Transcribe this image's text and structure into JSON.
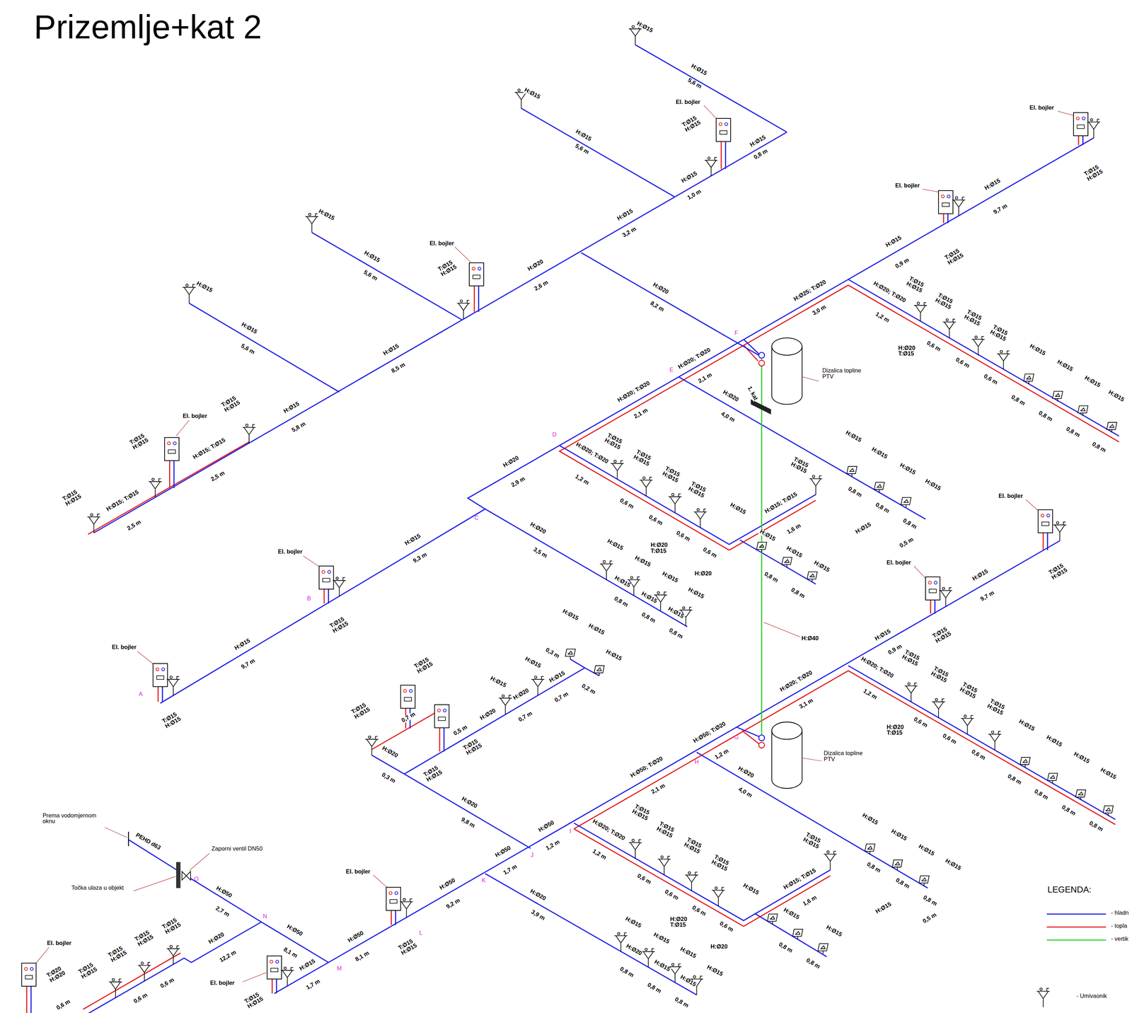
{
  "diagram": {
    "title": "Prizemlje+kat 2",
    "labels": [
      "H:Ø15",
      "H:Ø15",
      "5,6 m",
      "H:Ø15",
      "0,8 m",
      "H:Ø15",
      "H:Ø15",
      "5,6 m",
      "El. bojler",
      "T:Ø15 H:Ø15",
      "H:Ø15",
      "1,0 m",
      "H:Ø15",
      "3,2 m",
      "H:Ø15",
      "H:Ø15",
      "5,6 m",
      "El. bojler",
      "T:Ø15 H:Ø15",
      "H:Ø20",
      "2,6 m",
      "H:Ø20",
      "8,2 m",
      "H:Ø15",
      "H:Ø15",
      "5,6 m",
      "H:Ø15",
      "8,5 m",
      "H:Ø15",
      "5,8 m",
      "T:Ø15 H:Ø15",
      "El. bojler",
      "T:Ø15 H:Ø15",
      "H:Ø15; T:Ø15",
      "2,5 m",
      "H:Ø15; T:Ø15",
      "2,5 m",
      "T:Ø15 H:Ø15",
      "F",
      "E",
      "D",
      "C",
      "B",
      "A",
      "H:Ø25; T:Ø20",
      "3,0 m",
      "H:Ø20; T:Ø20",
      "2,1 m",
      "H:Ø20; T:Ø20",
      "2,1 m",
      "H:Ø20",
      "2,9 m",
      "Dizalica topline PTV",
      "1. kat",
      "H:Ø20",
      "4,0 m",
      "H:Ø15",
      "0,9 m",
      "El. bojler",
      "T:Ø15 H:Ø15",
      "H:Ø15",
      "9,7 m",
      "El. bojler",
      "T:Ø15 H:Ø15",
      "H:Ø20; T:Ø20",
      "1,2 m",
      "T:Ø15 H:Ø15",
      "T:Ø15 H:Ø15",
      "T:Ø15 H:Ø15",
      "T:Ø15 H:Ø15",
      "H:Ø20 T:Ø15",
      "0,6 m",
      "0,6 m",
      "0,6 m",
      "H:Ø15",
      "H:Ø15",
      "H:Ø15",
      "H:Ø15",
      "0,8 m",
      "0,8 m",
      "0,8 m",
      "0,8 m",
      "H:Ø20; T:Ø20",
      "1,2 m",
      "T:Ø15 H:Ø15",
      "T:Ø15 H:Ø15",
      "T:Ø15 H:Ø15",
      "T:Ø15 H:Ø15",
      "0,6 m",
      "0,6 m",
      "0,6 m",
      "0,6 m",
      "H:Ø20 T:Ø15",
      "H:Ø20",
      "H:Ø15; T:Ø15",
      "1,6 m",
      "T:Ø15 H:Ø15",
      "H:Ø15",
      "H:Ø15",
      "H:Ø15",
      "H:Ø15",
      "0,8 m",
      "0,8 m",
      "H:Ø15",
      "H:Ø15",
      "H:Ø15",
      "H:Ø15",
      "0,8 m",
      "0,8 m",
      "0,8 m",
      "H:Ø15",
      "0,5 m",
      "H:Ø20",
      "3,5 m",
      "H:Ø15",
      "H:Ø15",
      "H:Ø15",
      "H:Ø15",
      "H:Ø15",
      "H:Ø15",
      "H:Ø15",
      "0,8 m",
      "0,8 m",
      "0,8 m",
      "H:Ø15",
      "9,3 m",
      "El. bojler",
      "T:Ø15 H:Ø15",
      "H:Ø15",
      "9,7 m",
      "El. bojler",
      "T:Ø15 H:Ø15",
      "H:Ø40",
      "G",
      "H",
      "I",
      "J",
      "K",
      "L",
      "M",
      "N",
      "O",
      "H:Ø20; T:Ø20",
      "3,1 m",
      "H:Ø50; T:Ø20",
      "1,2 m",
      "H:Ø50; T:Ø20",
      "2,1 m",
      "H:Ø50",
      "1,2 m",
      "H:Ø50",
      "1,7 m",
      "H:Ø50",
      "9,2 m",
      "H:Ø50",
      "8,1 m",
      "H:Ø50",
      "8,1 m",
      "H:Ø50",
      "2,7 m",
      "H:Ø20",
      "12,2 m",
      "H:Ø15",
      "1,7 m",
      "El. bojler",
      "T:Ø15 H:Ø15",
      "El. bojler",
      "T:Ø15 H:Ø15",
      "Prema vodomjernom oknu",
      "PEHD d63",
      "Zaporni ventil DN50",
      "Točka ulaza u objekt",
      "El. bojler",
      "T:Ø20 H:Ø20",
      "T:Ø15 H:Ø15",
      "T:Ø15 H:Ø15",
      "T:Ø15 H:Ø15",
      "T:Ø15 H:Ø15",
      "0,6 m",
      "0,6 m",
      "0,6 m",
      "H:Ø20",
      "9,8 m",
      "T:Ø15 H:Ø15",
      "H:Ø20",
      "0,3 m",
      "0,7 m",
      "T:Ø15 H:Ø15",
      "T:Ø15 H:Ø15",
      "T:Ø15 H:Ø15",
      "H:Ø20",
      "0,5 m",
      "H:Ø15",
      "H:Ø15",
      "H:Ø20",
      "0,7 m",
      "H:Ø15",
      "0,7 m",
      "H:Ø15",
      "H:Ø15",
      "H:Ø15",
      "0,3 m",
      "0,2 m",
      "H:Ø20; T:Ø20",
      "1,2 m",
      "T:Ø15 H:Ø15",
      "T:Ø15 H:Ø15",
      "T:Ø15 H:Ø15",
      "T:Ø15 H:Ø15",
      "0,6 m",
      "0,6 m",
      "0,6 m",
      "0,6 m",
      "H:Ø20 T:Ø15",
      "H:Ø20",
      "H:Ø15; T:Ø15",
      "1,6 m",
      "T:Ø15 H:Ø15",
      "H:Ø15",
      "H:Ø15",
      "H:Ø15",
      "0,8 m",
      "0,8 m",
      "H:Ø20",
      "3,9 m",
      "H:Ø15",
      "H:Ø15",
      "H:Ø15",
      "H:Ø15",
      "H:Ø20",
      "H:Ø15",
      "H:Ø15",
      "0,8 m",
      "0,8 m",
      "0,8 m",
      "H:Ø20",
      "4,0 m",
      "H:Ø15",
      "H:Ø15",
      "H:Ø15",
      "H:Ø15",
      "0,8 m",
      "0,8 m",
      "0,8 m",
      "H:Ø15",
      "0,5 m",
      "H:Ø20; T:Ø20",
      "1,2 m",
      "T:Ø15 H:Ø15",
      "T:Ø15 H:Ø15",
      "T:Ø15 H:Ø15",
      "T:Ø15 H:Ø15",
      "H:Ø20 T:Ø15",
      "0,6 m",
      "0,6 m",
      "0,6 m",
      "H:Ø15",
      "H:Ø15",
      "H:Ø15",
      "H:Ø15",
      "0,8 m",
      "0,8 m",
      "0,8 m",
      "0,8 m",
      "H:Ø15",
      "0,9 m",
      "El. bojler",
      "T:Ø15 H:Ø15",
      "H:Ø15",
      "9,7 m",
      "El. bojler",
      "T:Ø15 H:Ø15",
      "Dizalica topline PTV",
      "LEGENDA:",
      "- Umivaonik"
    ],
    "legend": [
      {
        "text": "- hladn"
      },
      {
        "text": "- topla"
      },
      {
        "text": "- vertik"
      }
    ]
  }
}
